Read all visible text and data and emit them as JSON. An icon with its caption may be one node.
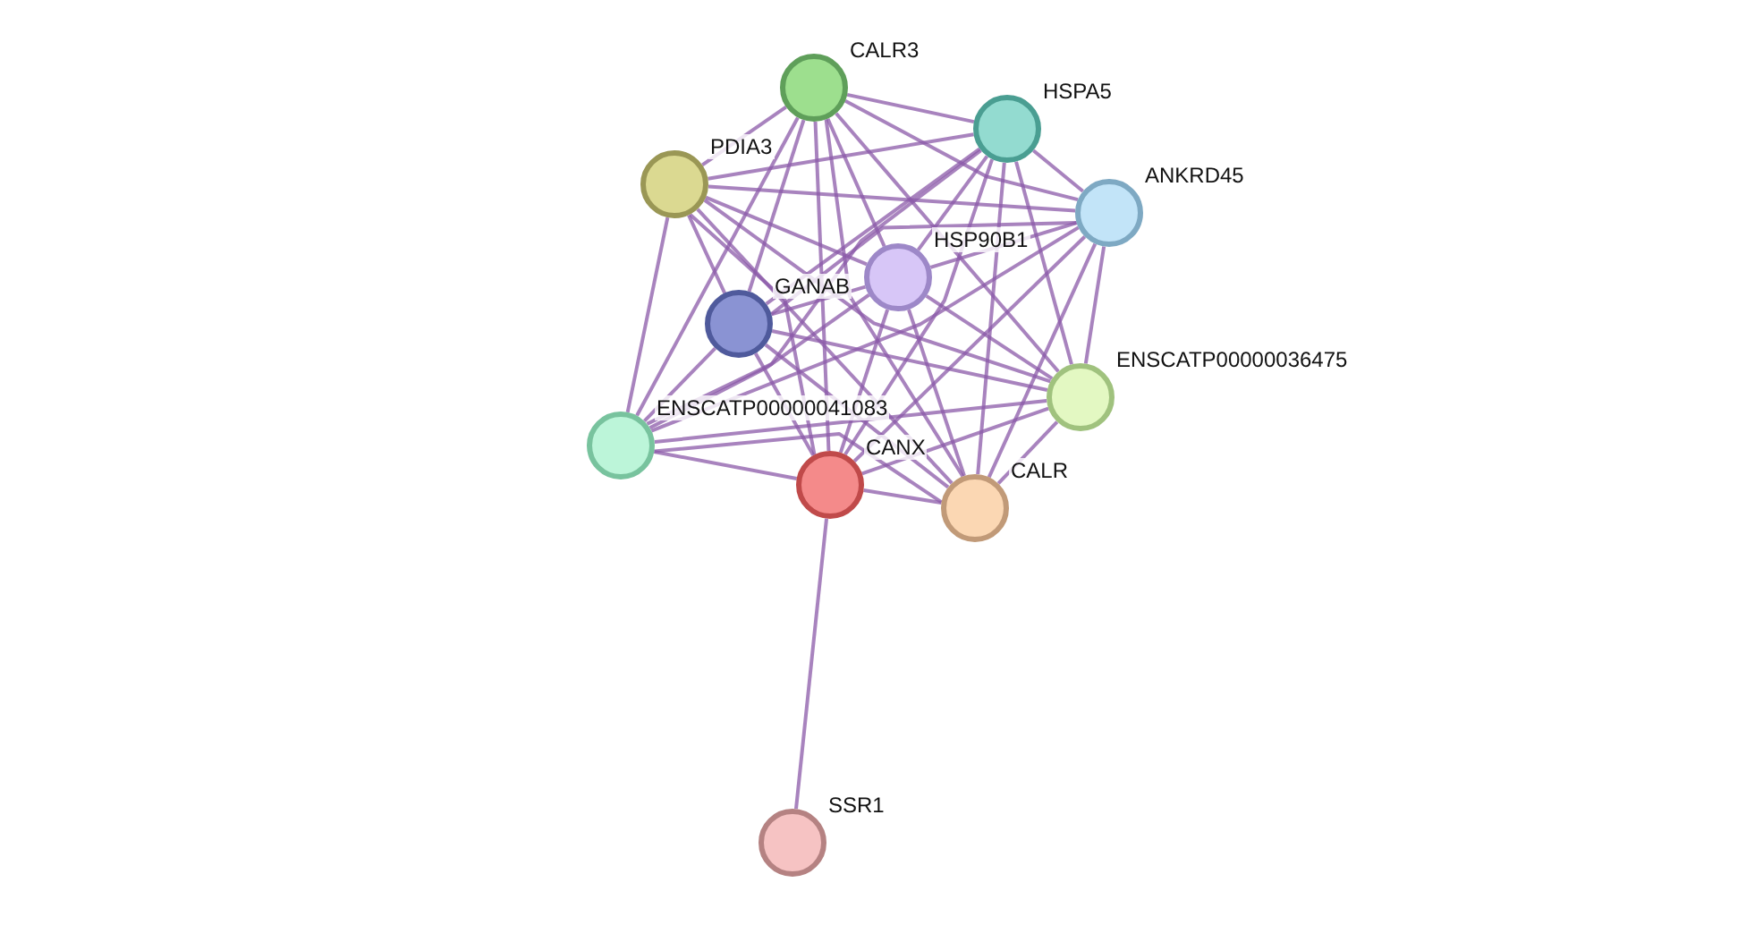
{
  "diagram": {
    "nodes": [
      {
        "text": [
          "CALR3"
        ]
      },
      {
        "text": [
          "HSPA5"
        ]
      },
      {
        "text": [
          "PDIA3"
        ]
      },
      {
        "text": [
          "ANKRD45"
        ]
      },
      {
        "text": [
          "HSP90B1"
        ]
      },
      {
        "text": [
          "GANAB"
        ]
      },
      {
        "text": [
          "ENSCATP00000036475"
        ]
      },
      {
        "text": [
          "ENSCATP00000041083"
        ]
      },
      {
        "text": [
          "CANX"
        ]
      },
      {
        "text": [
          "CALR"
        ]
      },
      {
        "text": [
          "SSR1"
        ]
      }
    ],
    "edges": [
      {
        "from": 0,
        "to": 1,
        "arrow": "none"
      },
      {
        "from": 0,
        "to": 2,
        "arrow": "none"
      },
      {
        "from": 0,
        "to": 3,
        "arrow": "none"
      },
      {
        "from": 0,
        "to": 4,
        "arrow": "none"
      },
      {
        "from": 0,
        "to": 5,
        "arrow": "none"
      },
      {
        "from": 0,
        "to": 6,
        "arrow": "none"
      },
      {
        "from": 0,
        "to": 7,
        "arrow": "none"
      },
      {
        "from": 0,
        "to": 8,
        "arrow": "none"
      },
      {
        "from": 0,
        "to": 9,
        "arrow": "none"
      },
      {
        "from": 1,
        "to": 2,
        "arrow": "none"
      },
      {
        "from": 1,
        "to": 3,
        "arrow": "none"
      },
      {
        "from": 1,
        "to": 4,
        "arrow": "none"
      },
      {
        "from": 1,
        "to": 5,
        "arrow": "none"
      },
      {
        "from": 1,
        "to": 6,
        "arrow": "none"
      },
      {
        "from": 1,
        "to": 7,
        "arrow": "none"
      },
      {
        "from": 1,
        "to": 8,
        "arrow": "none"
      },
      {
        "from": 1,
        "to": 9,
        "arrow": "none"
      },
      {
        "from": 2,
        "to": 3,
        "arrow": "none"
      },
      {
        "from": 2,
        "to": 4,
        "arrow": "none"
      },
      {
        "from": 2,
        "to": 5,
        "arrow": "none"
      },
      {
        "from": 2,
        "to": 6,
        "arrow": "none"
      },
      {
        "from": 2,
        "to": 7,
        "arrow": "none"
      },
      {
        "from": 2,
        "to": 8,
        "arrow": "none"
      },
      {
        "from": 2,
        "to": 9,
        "arrow": "none"
      },
      {
        "from": 3,
        "to": 4,
        "arrow": "none"
      },
      {
        "from": 3,
        "to": 5,
        "arrow": "none"
      },
      {
        "from": 3,
        "to": 6,
        "arrow": "none"
      },
      {
        "from": 3,
        "to": 7,
        "arrow": "none"
      },
      {
        "from": 3,
        "to": 8,
        "arrow": "none"
      },
      {
        "from": 3,
        "to": 9,
        "arrow": "none"
      },
      {
        "from": 4,
        "to": 5,
        "arrow": "none"
      },
      {
        "from": 4,
        "to": 6,
        "arrow": "none"
      },
      {
        "from": 4,
        "to": 7,
        "arrow": "none"
      },
      {
        "from": 4,
        "to": 8,
        "arrow": "none"
      },
      {
        "from": 4,
        "to": 9,
        "arrow": "none"
      },
      {
        "from": 5,
        "to": 6,
        "arrow": "none"
      },
      {
        "from": 5,
        "to": 7,
        "arrow": "none"
      },
      {
        "from": 5,
        "to": 8,
        "arrow": "none"
      },
      {
        "from": 5,
        "to": 9,
        "arrow": "none"
      },
      {
        "from": 6,
        "to": 7,
        "arrow": "none"
      },
      {
        "from": 6,
        "to": 8,
        "arrow": "none"
      },
      {
        "from": 6,
        "to": 9,
        "arrow": "none"
      },
      {
        "from": 7,
        "to": 8,
        "arrow": "none"
      },
      {
        "from": 7,
        "to": 9,
        "arrow": "none"
      },
      {
        "from": 8,
        "to": 9,
        "arrow": "none"
      },
      {
        "from": 8,
        "to": 10,
        "arrow": "none"
      }
    ]
  }
}
